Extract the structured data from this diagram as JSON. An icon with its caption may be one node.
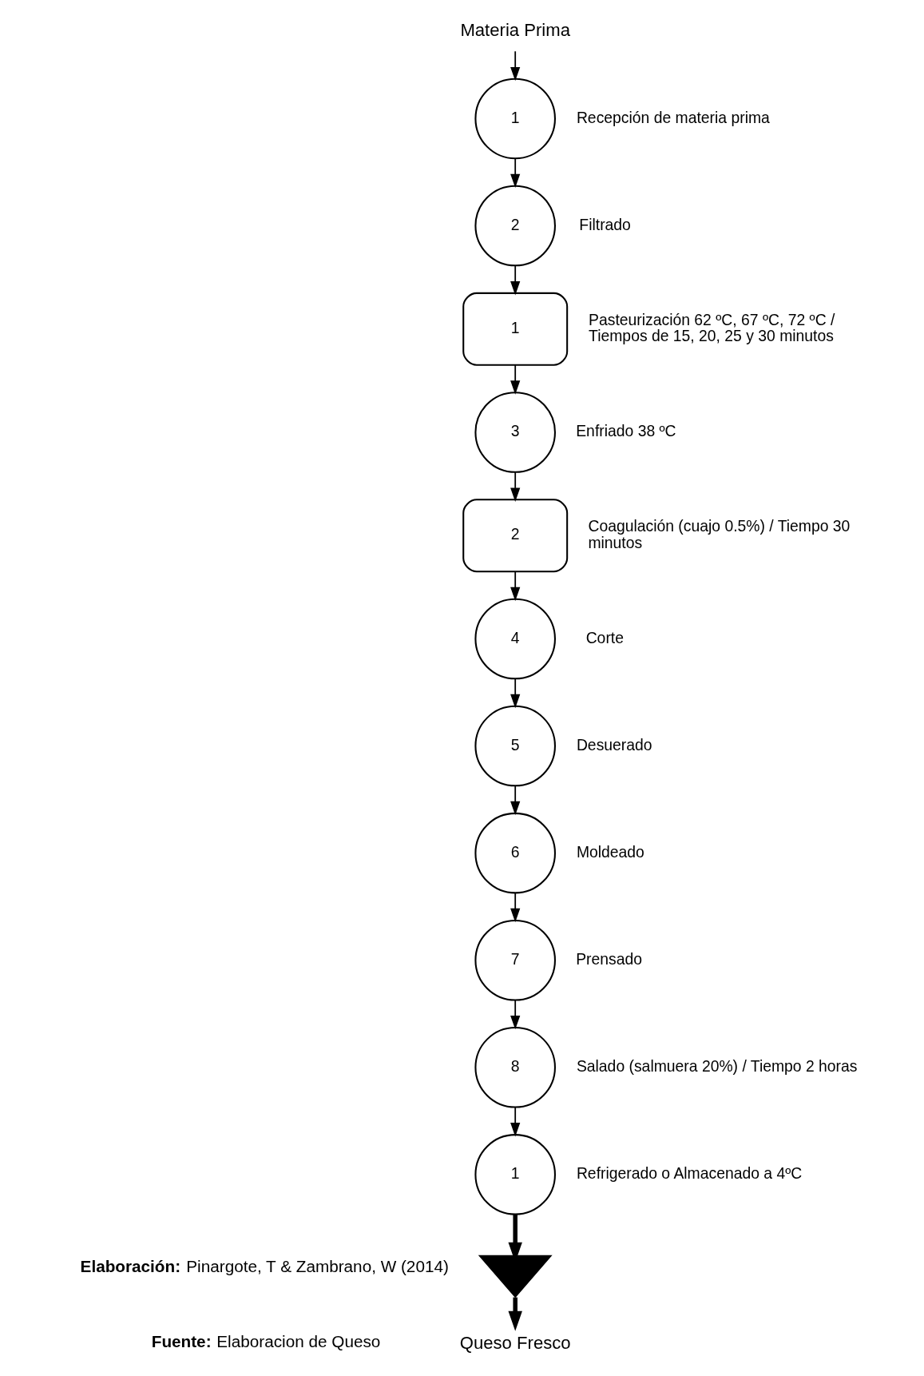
{
  "diagram": {
    "nodes": [
      {
        "text": [
          "Materia Prima"
        ]
      },
      {
        "text": [
          "1"
        ],
        "beside": [
          "Recepción de materia prima"
        ]
      },
      {
        "text": [
          "2"
        ],
        "beside": [
          "Filtrado"
        ]
      },
      {
        "text": [
          "1"
        ],
        "beside": [
          "Pasteurización 62 ºC, 67 ºC, 72 ºC / Tiempos de 15, 20, 25 y 30 minutos"
        ]
      },
      {
        "text": [
          "3"
        ],
        "beside": [
          "Enfriado 38 ºC"
        ]
      },
      {
        "text": [
          "2"
        ],
        "beside": [
          "Coagulación (cuajo 0.5%) / Tiempo 30 minutos"
        ]
      },
      {
        "text": [
          "4"
        ],
        "beside": [
          "Corte"
        ]
      },
      {
        "text": [
          "5"
        ],
        "beside": [
          "Desuerado"
        ]
      },
      {
        "text": [
          "6"
        ],
        "beside": [
          "Moldeado"
        ]
      },
      {
        "text": [
          "7"
        ],
        "beside": [
          "Prensado"
        ]
      },
      {
        "text": [
          "8"
        ],
        "beside": [
          "Salado (salmuera 20%) / Tiempo 2 horas"
        ]
      },
      {
        "text": [
          "1"
        ],
        "beside": [
          "Refrigerado o Almacenado a 4ºC"
        ]
      },
      {
        "text": [],
        "shape": "triangle"
      },
      {
        "text": [
          "Queso Fresco"
        ]
      }
    ],
    "edges": [
      {
        "from": 0,
        "to": 1,
        "arrow": "to"
      },
      {
        "from": 1,
        "to": 2,
        "arrow": "to"
      },
      {
        "from": 2,
        "to": 3,
        "arrow": "to"
      },
      {
        "from": 3,
        "to": 4,
        "arrow": "to"
      },
      {
        "from": 4,
        "to": 5,
        "arrow": "to"
      },
      {
        "from": 5,
        "to": 6,
        "arrow": "to"
      },
      {
        "from": 6,
        "to": 7,
        "arrow": "to"
      },
      {
        "from": 7,
        "to": 8,
        "arrow": "to"
      },
      {
        "from": 8,
        "to": 9,
        "arrow": "to"
      },
      {
        "from": 9,
        "to": 10,
        "arrow": "to"
      },
      {
        "from": 10,
        "to": 11,
        "arrow": "to"
      },
      {
        "from": 11,
        "to": 12,
        "arrow": "to",
        "style": "thick"
      },
      {
        "from": 12,
        "to": 13,
        "arrow": "to",
        "style": "thick"
      }
    ],
    "labels": [
      "**Elaboración:** Pinargote, T & Zambrano, W (2014)",
      "**Fuente:** Elaboracion de Queso"
    ]
  }
}
